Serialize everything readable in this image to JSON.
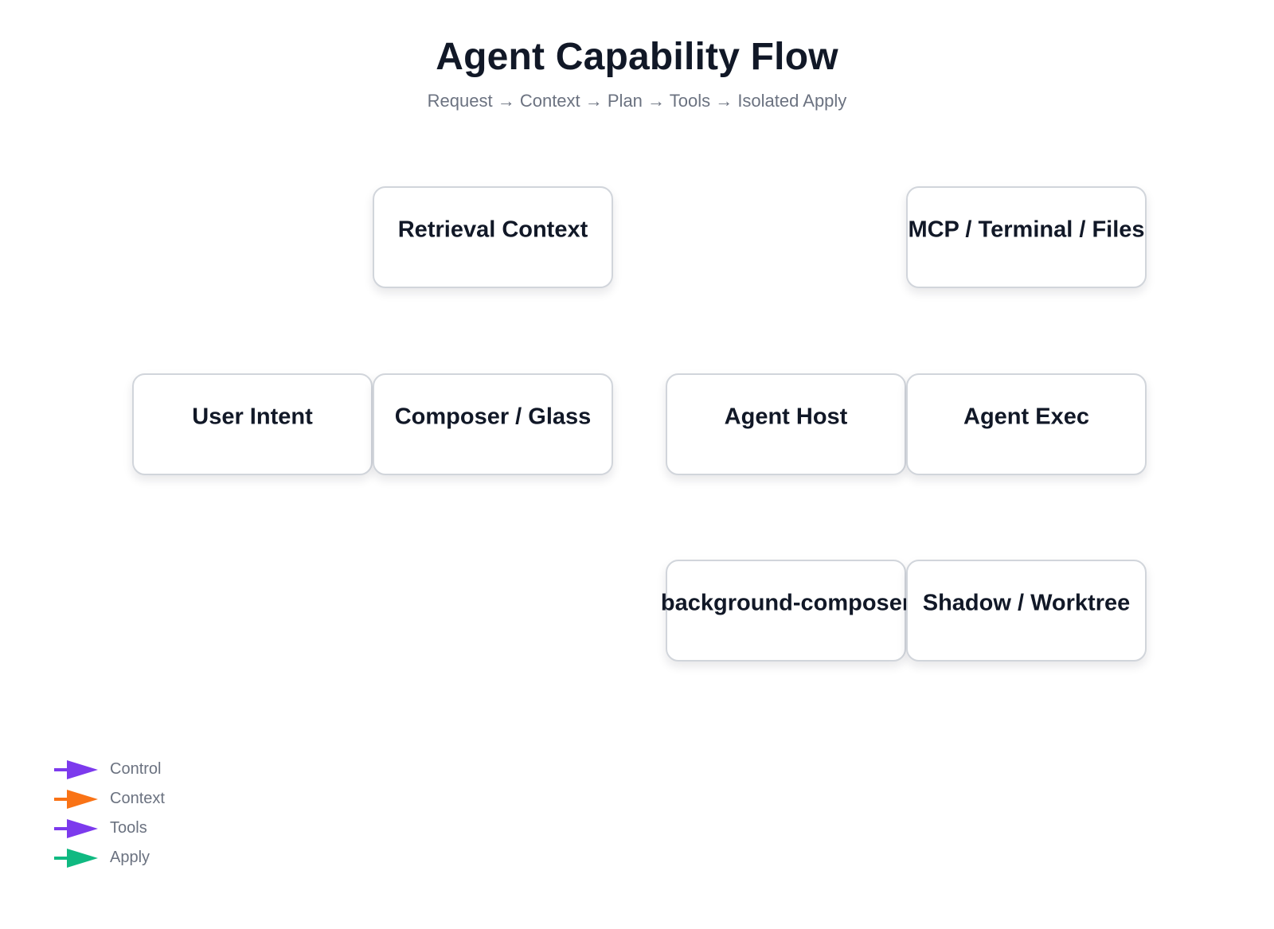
{
  "header": {
    "title": "Agent Capability Flow",
    "subtitle": "Request → Context → Plan → Tools → Isolated Apply"
  },
  "nodes": {
    "retrieval": {
      "label": "Retrieval Context"
    },
    "mcp": {
      "label": "MCP / Terminal / Files"
    },
    "user": {
      "label": "User Intent"
    },
    "composer": {
      "label": "Composer / Glass"
    },
    "host": {
      "label": "Agent Host"
    },
    "exec": {
      "label": "Agent Exec"
    },
    "bg": {
      "label": "background-composer"
    },
    "shadow": {
      "label": "Shadow / Worktree"
    }
  },
  "legend": {
    "items": [
      {
        "label": "Control",
        "color": "#7c3aed"
      },
      {
        "label": "Context",
        "color": "#f97316"
      },
      {
        "label": "Tools",
        "color": "#7c3aed"
      },
      {
        "label": "Apply",
        "color": "#10b981"
      }
    ]
  },
  "colors": {
    "text": "#111827",
    "muted": "#6b7280",
    "node_border": "#d1d5db"
  }
}
